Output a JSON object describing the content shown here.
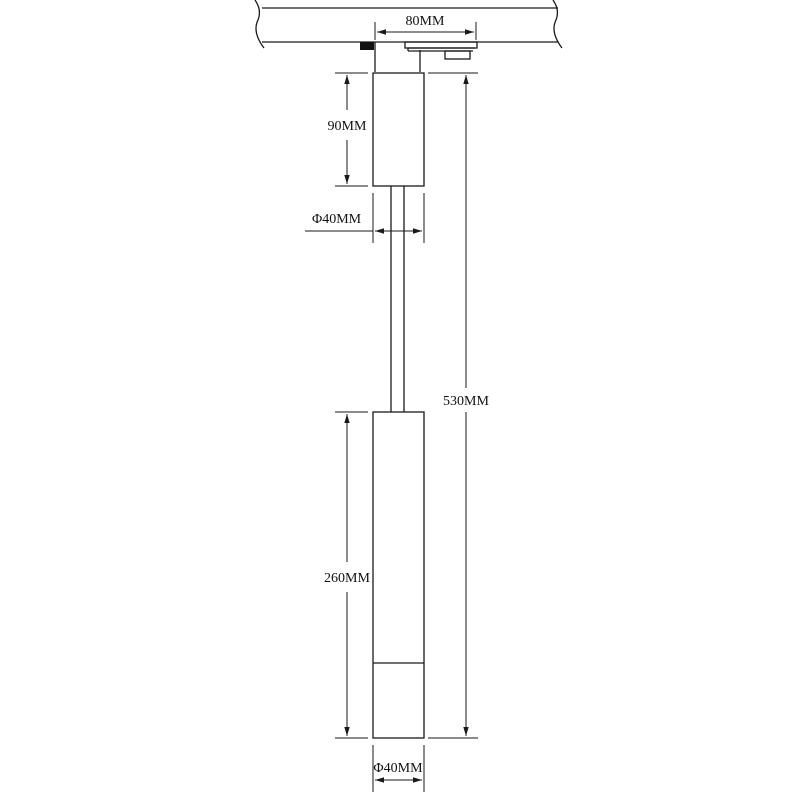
{
  "diagram": {
    "type": "technical-dimension-drawing",
    "subject": "track-mounted pendant spotlight",
    "line_color": "#1a1a1a",
    "background": "#ffffff",
    "dimensions": {
      "track_adapter_width": "80MM",
      "upper_housing_height": "90MM",
      "upper_diameter": "Φ40MM",
      "total_length": "530MM",
      "lower_housing_height": "260MM",
      "lower_diameter": "Φ40MM"
    }
  }
}
